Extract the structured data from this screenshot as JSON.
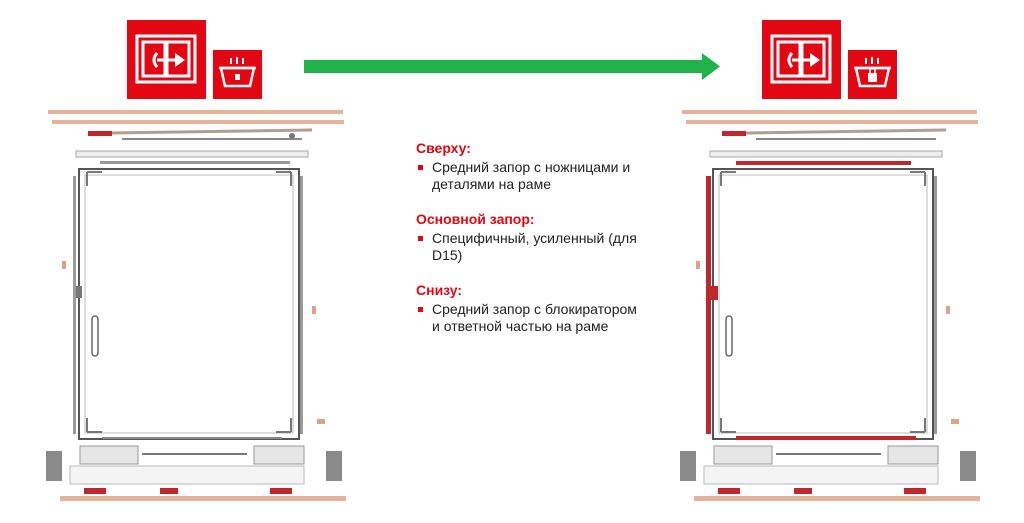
{
  "icons": {
    "left": [
      "window-handle-icon",
      "tilt-window-icon"
    ],
    "right": [
      "window-handle-icon",
      "tilt-window-lock-icon"
    ],
    "tile_color": "#e30613"
  },
  "arrow": {
    "color": "#1fb34a",
    "direction": "right"
  },
  "sections": [
    {
      "title": "Сверху:",
      "text": "Средний запор с ножницами и деталями на раме"
    },
    {
      "title": "Основной запор:",
      "text": "Специфичный, усиленный (для D15)"
    },
    {
      "title": "Снизу:",
      "text": "Средний запор с блокиратором и ответной частью на раме"
    }
  ],
  "colors": {
    "accent": "#e30613",
    "highlight_hardware": "#c0272d",
    "frame_wood": "#e3b49a",
    "hardware_gray": "#9a9a9a"
  }
}
